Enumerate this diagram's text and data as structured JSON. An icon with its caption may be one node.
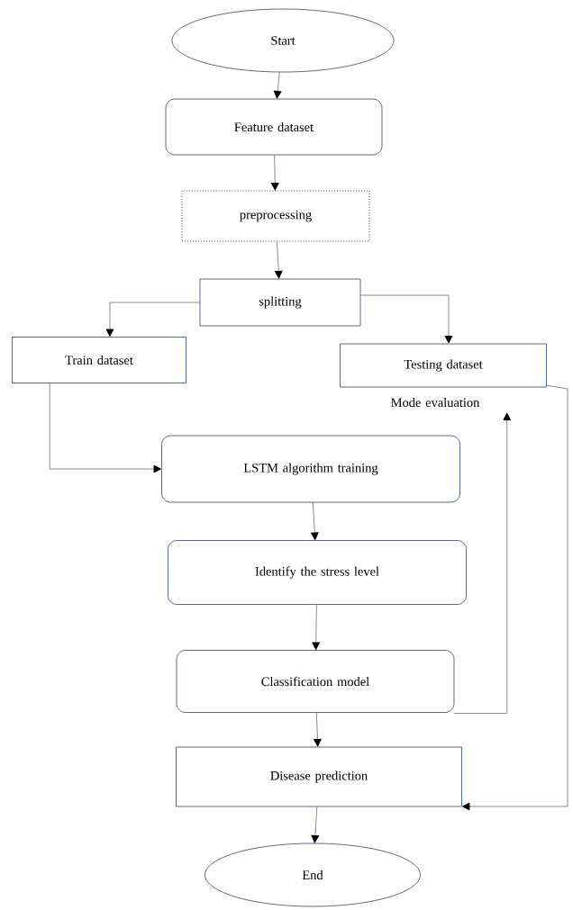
{
  "diagram": {
    "nodes": [
      {
        "text": [
          "Start"
        ]
      },
      {
        "text": [
          "Feature dataset"
        ]
      },
      {
        "text": [
          "preprocessing"
        ]
      },
      {
        "text": [
          "splitting"
        ]
      },
      {
        "text": [
          "Train  dataset"
        ]
      },
      {
        "text": [
          "Testing   dataset"
        ]
      },
      {
        "text": [
          "Mode evaluation"
        ]
      },
      {
        "text": [
          "LSTM algorithm training"
        ]
      },
      {
        "text": [
          "Identify the stress level"
        ]
      },
      {
        "text": [
          "Classification model"
        ]
      },
      {
        "text": [
          "Disease prediction"
        ]
      },
      {
        "text": [
          "End"
        ]
      }
    ],
    "edges": [
      {
        "from": 0,
        "to": 1,
        "arrow": "to"
      },
      {
        "from": 1,
        "to": 2,
        "arrow": "to"
      },
      {
        "from": 2,
        "to": 3,
        "arrow": "to"
      },
      {
        "from": 3,
        "to": 4,
        "arrow": "to"
      },
      {
        "from": 3,
        "to": 5,
        "arrow": "to"
      },
      {
        "from": 4,
        "to": 7,
        "arrow": "to"
      },
      {
        "from": 7,
        "to": 8,
        "arrow": "to"
      },
      {
        "from": 8,
        "to": 9,
        "arrow": "to"
      },
      {
        "from": 9,
        "to": 6,
        "arrow": "to"
      },
      {
        "from": 9,
        "to": 10,
        "arrow": "to"
      },
      {
        "from": 5,
        "to": 10,
        "arrow": "to"
      },
      {
        "from": 10,
        "to": 11,
        "arrow": "to"
      }
    ]
  }
}
